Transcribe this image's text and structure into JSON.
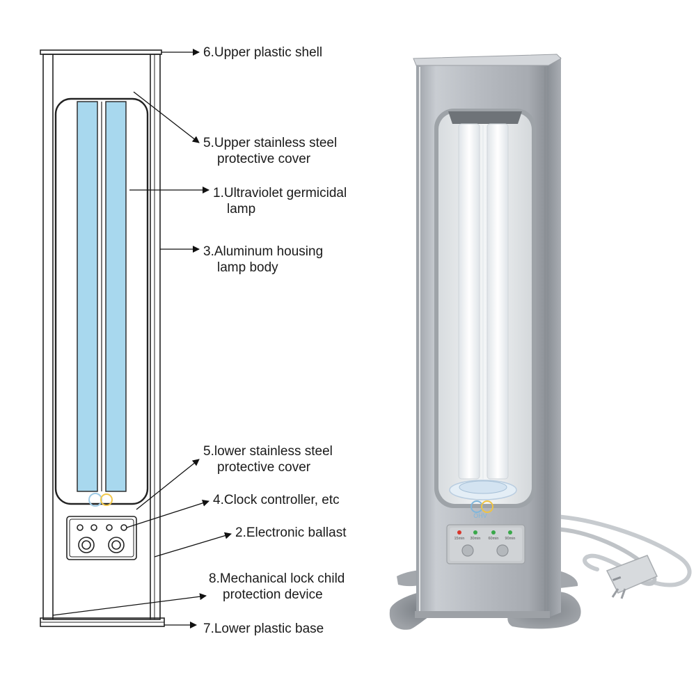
{
  "labels": {
    "upper_shell": {
      "line1": "6.Upper plastic shell"
    },
    "upper_cover": {
      "line1": "5.Upper stainless steel",
      "line2": "protective cover"
    },
    "uv_lamp": {
      "line1": "1.Ultraviolet germicidal",
      "line2": "lamp"
    },
    "housing": {
      "line1": "3.Aluminum housing",
      "line2": "lamp body"
    },
    "lower_cover": {
      "line1": "5.lower stainless steel",
      "line2": "protective cover"
    },
    "clock": {
      "line1": "4.Clock controller, etc"
    },
    "ballast": {
      "line1": "2.Electronic ballast"
    },
    "lock": {
      "line1": "8.Mechanical lock child",
      "line2": "protection device"
    },
    "base": {
      "line1": "7.Lower plastic base"
    }
  },
  "panel_labels": [
    "15min",
    "30min",
    "60min",
    "90min"
  ],
  "colors": {
    "tube": "#a8d8ee",
    "aluminum": "#b9bdc3",
    "aluminum_dark": "#8e9399",
    "glow": "#f4f6f7",
    "led_red": "#d9362b",
    "led_green": "#3aa84a"
  },
  "logo_text": "OHV"
}
